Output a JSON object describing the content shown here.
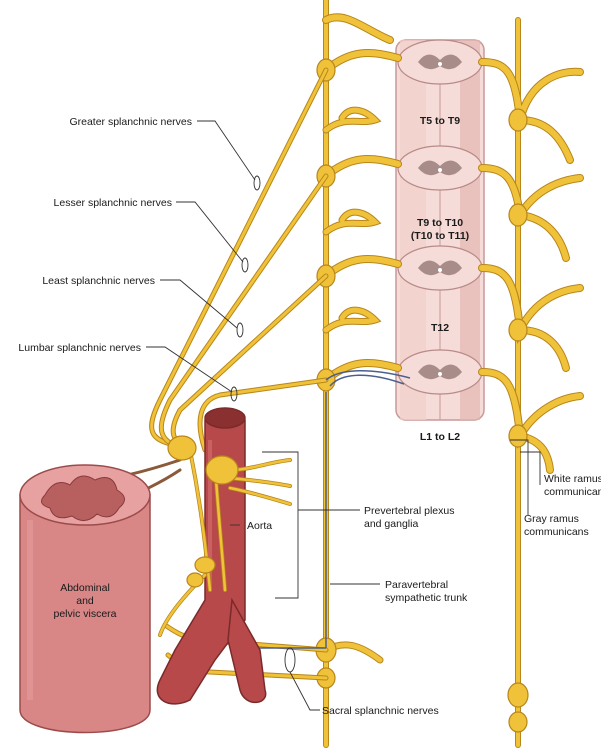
{
  "labels": {
    "greater_splanchnic": "Greater splanchnic nerves",
    "lesser_splanchnic": "Lesser splanchnic nerves",
    "least_splanchnic": "Least splanchnic nerves",
    "lumbar_splanchnic": "Lumbar splanchnic nerves",
    "prevertebral_1": "Prevertebral plexus",
    "prevertebral_2": "and ganglia",
    "aorta": "Aorta",
    "viscera_1": "Abdominal",
    "viscera_2": "and",
    "viscera_3": "pelvic viscera",
    "paravertebral_1": "Paravertebral",
    "paravertebral_2": "sympathetic trunk",
    "white_ramus_1": "White ramus",
    "white_ramus_2": "communicans",
    "gray_ramus_1": "Gray ramus",
    "gray_ramus_2": "communicans",
    "sacral_splanchnic": "Sacral splanchnic nerves"
  },
  "segments": {
    "s1": "T5 to T9",
    "s2": "T9 to T10",
    "s3": "(T10 to T11)",
    "s4": "T12",
    "s5": "L1 to L2"
  },
  "colors": {
    "nerve": "#f0c23a",
    "nerve_edge": "#b8861a",
    "cord_light": "#f6dcd8",
    "cord_dark": "#e4b5b2",
    "grey_matter": "#a78c8a",
    "viscera": "#d88686",
    "viscera_edge": "#9c4b4b",
    "aorta": "#b8494a",
    "blue_fiber": "#4a5f8e",
    "leader": "#333333"
  }
}
